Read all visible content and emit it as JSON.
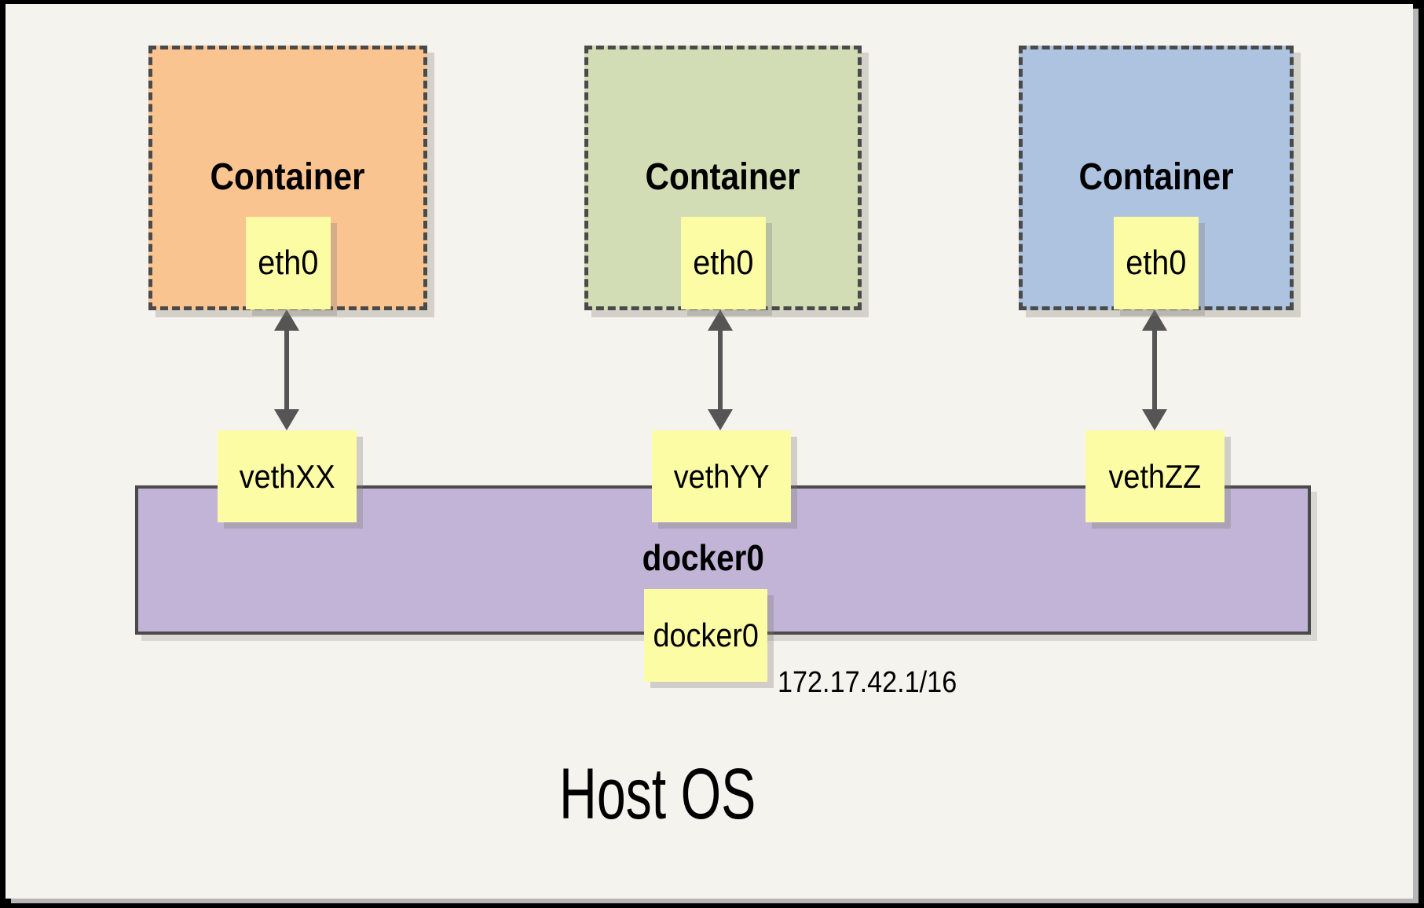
{
  "diagram": {
    "containers": [
      {
        "title": "Container",
        "interface_label": "eth0",
        "veth_label": "vethXX",
        "fill": "#FAC491"
      },
      {
        "title": "Container",
        "interface_label": "eth0",
        "veth_label": "vethYY",
        "fill": "#D2DCB5"
      },
      {
        "title": "Container",
        "interface_label": "eth0",
        "veth_label": "vethZZ",
        "fill": "#AEC3E0"
      }
    ],
    "bridge": {
      "title": "docker0",
      "interface_label": "docker0",
      "ip_address": "172.17.42.1/16",
      "fill": "#C1B4D6"
    },
    "host": {
      "title": "Host OS"
    },
    "colors": {
      "note_fill": "#FCFCA5",
      "line_gray": "#4A4A4A",
      "arrow_gray": "#555555",
      "canvas_background": "#F5F3EE",
      "frame": "#000000"
    }
  }
}
